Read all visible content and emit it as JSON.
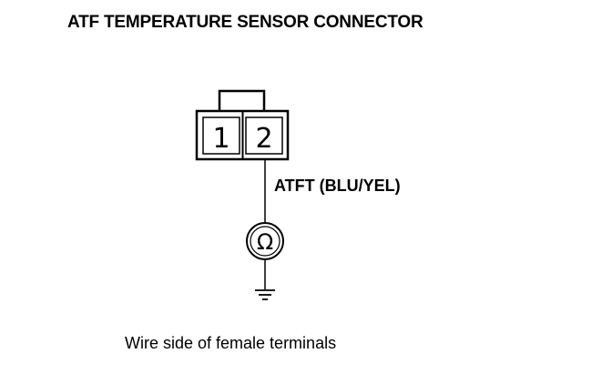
{
  "title": "ATF TEMPERATURE SENSOR CONNECTOR",
  "connector": {
    "pins": [
      "1",
      "2"
    ]
  },
  "wire_label": "ATFT (BLU/YEL)",
  "meter_symbol": "Ω",
  "caption": "Wire side of female terminals",
  "icons": {
    "meter": "ohmmeter-icon",
    "ground": "ground-icon"
  }
}
